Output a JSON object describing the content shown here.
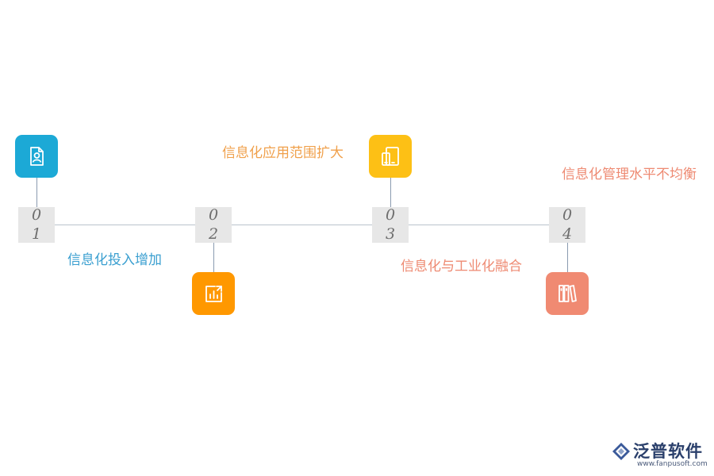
{
  "steps": [
    {
      "d1": "0",
      "d2": "1",
      "label": "信息化投入增加",
      "label_color": "#3a9fd0",
      "tile_color": "#1ca9d6",
      "icon": "person-document-icon"
    },
    {
      "d1": "0",
      "d2": "2",
      "label": "信息化应用范围扩大",
      "label_color": "#f0a04b",
      "tile_color": "#ff9800",
      "icon": "bar-chart-arrow-icon"
    },
    {
      "d1": "0",
      "d2": "3",
      "label": "信息化与工业化融合",
      "label_color": "#ee8a72",
      "tile_color": "#fdc015",
      "icon": "devices-icon"
    },
    {
      "d1": "0",
      "d2": "4",
      "label": "信息化管理水平不均衡",
      "label_color": "#ee8a72",
      "tile_color": "#f08a72",
      "icon": "book-binders-icon"
    }
  ],
  "logo": {
    "name": "泛普软件",
    "url": "www.fanpusoft.com"
  }
}
